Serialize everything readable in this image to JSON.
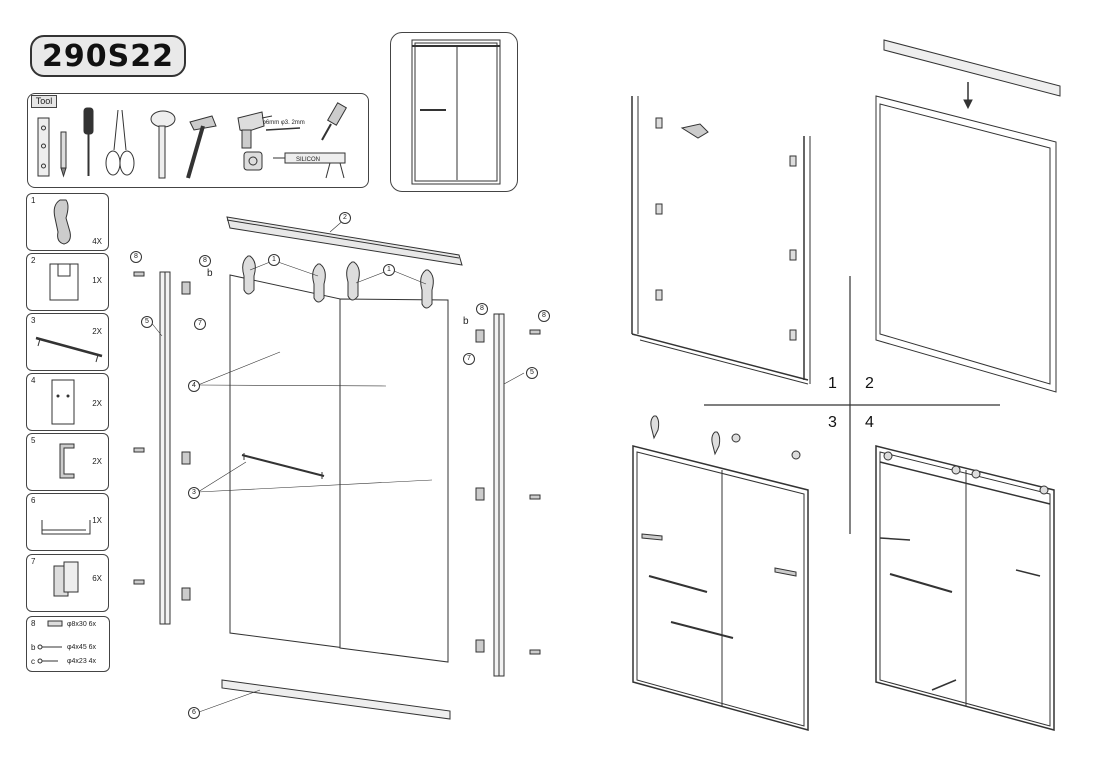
{
  "model": "290S22",
  "tools": {
    "label": "Tool",
    "drill_bits": "φ6mm  φ3. 2mm",
    "sealant": "SILICON"
  },
  "parts": [
    {
      "num": "1",
      "qty": "4X"
    },
    {
      "num": "2",
      "qty": "1X"
    },
    {
      "num": "3",
      "qty": "2X"
    },
    {
      "num": "4",
      "qty": "2X"
    },
    {
      "num": "5",
      "qty": "2X"
    },
    {
      "num": "6",
      "qty": "1X"
    },
    {
      "num": "7",
      "qty": "6X"
    }
  ],
  "hardware": {
    "num": "8",
    "rows": [
      {
        "letter": "",
        "spec": "φ8x30 6x"
      },
      {
        "letter": "b",
        "spec": "φ4x45 6x"
      },
      {
        "letter": "c",
        "spec": "φ4x23 4x"
      }
    ]
  },
  "callouts": {
    "c1": "1",
    "c2": "2",
    "c3": "3",
    "c4": "4",
    "c5": "5",
    "c6": "6",
    "c7": "7",
    "c8": "8",
    "b": "b"
  },
  "steps": [
    "1",
    "2",
    "3",
    "4"
  ]
}
